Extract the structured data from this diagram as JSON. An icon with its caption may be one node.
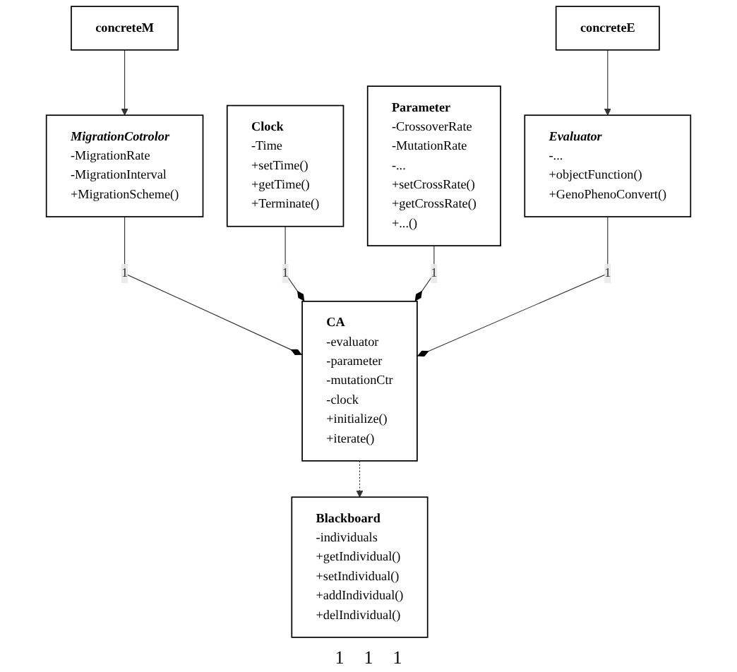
{
  "diagram": {
    "nodes": [
      {
        "text": [
          "concreteM"
        ]
      },
      {
        "text": [
          "MigrationCotrolor",
          "-MigrationRate",
          "-MigrationInterval",
          "+MigrationScheme()"
        ]
      },
      {
        "text": [
          "Clock",
          "-Time",
          "+setTime()",
          "+getTime()",
          "+Terminate()"
        ]
      },
      {
        "text": [
          "Parameter",
          "-CrossoverRate",
          "-MutationRate",
          "-...",
          "+setCrossRate()",
          "+getCrossRate()",
          "+...()"
        ]
      },
      {
        "text": [
          "CA",
          "-evaluator",
          "-parameter",
          "-mutationCtr",
          "-clock",
          "+initialize()",
          "+iterate()"
        ]
      },
      {
        "text": [
          "Blackboard",
          "-individuals",
          "+getIndividual()",
          "+setIndividual()",
          "+addIndividual()",
          "+delIndividual()"
        ]
      },
      {
        "text": [
          "Evaluator",
          "-...",
          "+objectFunction()",
          "+GenoPhenoConvert()"
        ]
      },
      {
        "text": [
          "concreteE"
        ]
      }
    ],
    "edges": [
      {
        "from": 0,
        "to": 1,
        "arrow": "to"
      },
      {
        "from": 1,
        "to": 4,
        "arrow": "other",
        "label": "1"
      },
      {
        "from": 2,
        "to": 4,
        "arrow": "other",
        "label": "1"
      },
      {
        "from": 3,
        "to": 4,
        "arrow": "other",
        "label": "1"
      },
      {
        "from": 4,
        "to": 5,
        "arrow": "to",
        "style": "dashed"
      },
      {
        "from": 6,
        "to": 4,
        "arrow": "other",
        "label": "1"
      },
      {
        "from": 7,
        "to": 6,
        "arrow": "to"
      }
    ],
    "labels": [
      "1",
      "1",
      "1"
    ]
  }
}
